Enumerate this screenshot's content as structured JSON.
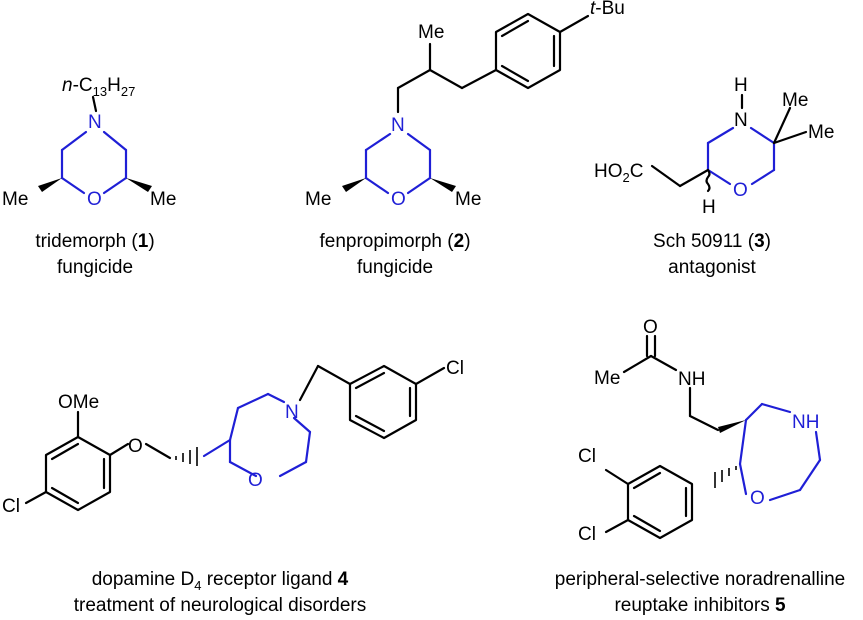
{
  "compounds": [
    {
      "name": "tridemorph",
      "number": "1",
      "role": "fungicide",
      "labels": {
        "substituent_prefix": "n",
        "substituent_body": "-C",
        "sub1": "13",
        "h": "H",
        "sub2": "27",
        "n": "N",
        "o": "O",
        "me_left": "Me",
        "me_right": "Me"
      }
    },
    {
      "name": "fenpropimorph",
      "number": "2",
      "role": "fungicide",
      "labels": {
        "tbu_prefix": "t",
        "tbu_body": "-Bu",
        "me_top": "Me",
        "n": "N",
        "o": "O",
        "me_left": "Me",
        "me_right": "Me"
      }
    },
    {
      "name": "Sch 50911",
      "number": "3",
      "role": "antagonist",
      "labels": {
        "h_top": "H",
        "n": "N",
        "me1": "Me",
        "me2": "Me",
        "acid_ho": "HO",
        "acid_sub": "2",
        "acid_c": "C",
        "o": "O",
        "h_bottom": "H"
      }
    },
    {
      "name_prefix": "dopamine D",
      "name_sub": "4",
      "name_suffix": " receptor ligand ",
      "number": "4",
      "role": "treatment of neurological disorders",
      "labels": {
        "ome": "OMe",
        "o_ether": "O",
        "cl_aryl": "Cl",
        "n": "N",
        "o": "O",
        "cl_benzyl": "Cl"
      }
    },
    {
      "name": "peripheral-selective noradrenalline",
      "name2": "reuptake inhibitors ",
      "number": "5",
      "labels": {
        "o_carbonyl": "O",
        "me": "Me",
        "nh": "NH",
        "nh_ring": "NH",
        "cl1": "Cl",
        "cl2": "Cl",
        "o_ring": "O"
      }
    }
  ]
}
